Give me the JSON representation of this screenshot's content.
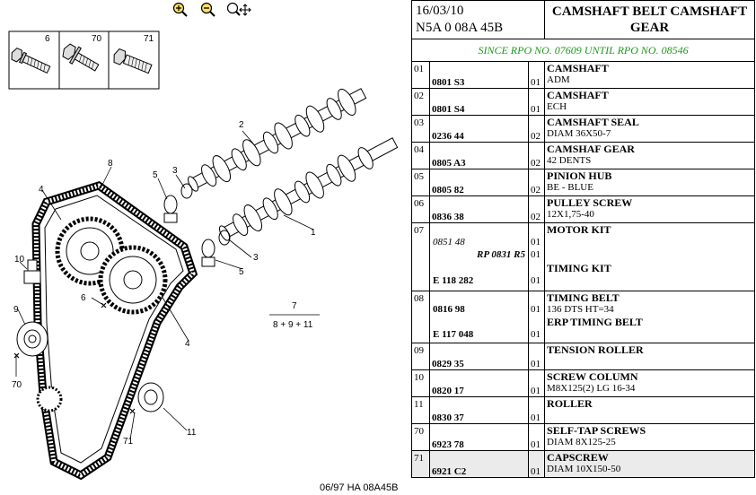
{
  "header": {
    "date": "16/03/10",
    "code": "N5A 0 08A 45B",
    "title": "CAMSHAFT BELT CAMSHAFT GEAR",
    "since": "SINCE RPO NO. 07609 UNTIL RPO NO. 08546"
  },
  "toolbar": {
    "zoom_in_icon": "zoom-in-icon",
    "zoom_out_icon": "zoom-out-icon",
    "zoom_pan_icon": "zoom-pan-icon"
  },
  "diagram": {
    "caption": "06/97  HA 08A45B",
    "fastener_labels": [
      "6",
      "70",
      "71"
    ],
    "callouts": [
      "1",
      "2",
      "3",
      "3",
      "4",
      "4",
      "5",
      "5",
      "6",
      "7",
      "8",
      "9",
      "10",
      "11",
      "70",
      "71"
    ],
    "callout_formula": "8 + 9 + 11"
  },
  "parts": [
    {
      "num": "01",
      "ref": "0801 S3",
      "qty": "01",
      "title": "CAMSHAFT",
      "sub": "ADM"
    },
    {
      "num": "02",
      "ref": "0801 S4",
      "qty": "01",
      "title": "CAMSHAFT",
      "sub": "ECH"
    },
    {
      "num": "03",
      "ref": "0236 44",
      "qty": "02",
      "title": "CAMSHAFT SEAL",
      "sub": "DIAM 36X50-7"
    },
    {
      "num": "04",
      "ref": "0805 A3",
      "qty": "02",
      "title": "CAMSHAF GEAR",
      "sub": "42 DENTS"
    },
    {
      "num": "05",
      "ref": "0805 82",
      "qty": "02",
      "title": "PINION HUB",
      "sub": "BE - BLUE"
    },
    {
      "num": "06",
      "ref": "0836 38",
      "qty": "02",
      "title": "PULLEY SCREW",
      "sub": "12X1,75-40"
    },
    {
      "num": "07",
      "ref1": "0851 48",
      "ref2": "RP 0831 R5",
      "ref3": "E 118 282",
      "qty1": "01",
      "qty2": "01",
      "qty3": "01",
      "title": "MOTOR KIT",
      "title2": "TIMING KIT"
    },
    {
      "num": "08",
      "ref1": "0816 98",
      "ref2": "E 117 048",
      "qty1": "01",
      "qty2": "01",
      "title": "TIMING BELT",
      "sub": "136 DTS HT=34",
      "title2": "ERP TIMING BELT"
    },
    {
      "num": "09",
      "ref": "0829 35",
      "qty": "01",
      "title": "TENSION ROLLER",
      "sub": ""
    },
    {
      "num": "10",
      "ref": "0820 17",
      "qty": "01",
      "title": "SCREW COLUMN",
      "sub": "M8X125(2) LG 16-34"
    },
    {
      "num": "11",
      "ref": "0830 37",
      "qty": "01",
      "title": "ROLLER",
      "sub": ""
    },
    {
      "num": "70",
      "ref": "6923 78",
      "qty": "01",
      "title": "SELF-TAP SCREWS",
      "sub": "DIAM 8X125-25"
    },
    {
      "num": "71",
      "ref": "6921 C2",
      "qty": "01",
      "title": "CAPSCREW",
      "sub": "DIAM 10X150-50"
    }
  ]
}
